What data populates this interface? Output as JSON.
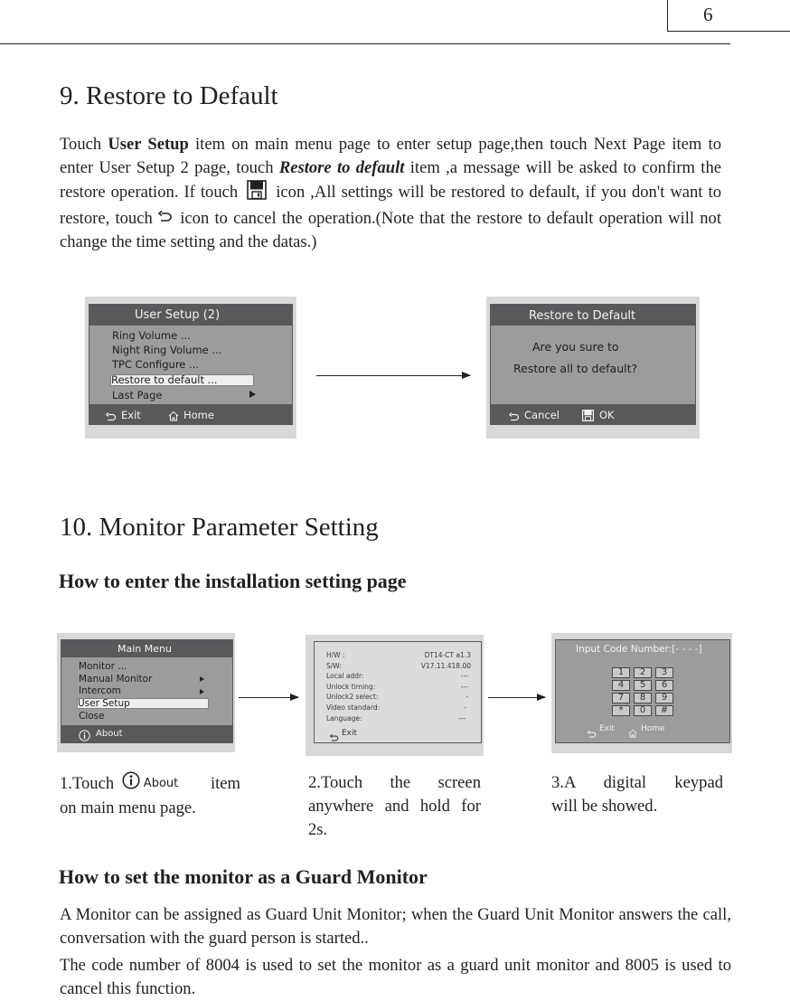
{
  "page_number": "6",
  "section9": {
    "heading": "9. Restore to Default",
    "para": {
      "t1": "Touch ",
      "b1": "User Setup",
      "t2": " item on main menu page to enter setup page,then touch Next Page item to enter User Setup 2 page, touch ",
      "bi1": "Restore to default",
      "t3": " item ,a message will be asked to confirm the restore operation. If touch ",
      "t4": " icon ,All settings will be restored  to default, if you don't want to restore, touch ",
      "t5": " icon to cancel the operation.(Note that the restore to default operation will not change the time setting and the datas.)"
    },
    "user_setup_screen": {
      "title": "User Setup  (2)",
      "items": [
        "Ring Volume  ...",
        "Night Ring Volume  ...",
        "TPC Configure  ...",
        "Restore to default  ...",
        "Last Page"
      ],
      "exit": "Exit",
      "home": "Home"
    },
    "restore_screen": {
      "title": "Restore to Default",
      "line1": "Are you sure to",
      "line2": "Restore all to default?",
      "cancel": "Cancel",
      "ok": "OK"
    }
  },
  "section10": {
    "heading": "10. Monitor Parameter Setting",
    "subheading1": "How to enter the installation setting page",
    "main_menu_screen": {
      "title": "Main Menu",
      "items": [
        "Monitor ...",
        "Manual Monitor",
        "Intercom",
        "User Setup",
        "Close"
      ],
      "about": "About"
    },
    "info_screen": {
      "rows": [
        {
          "label": "H/W :",
          "value": "DT14-CT     a1.3"
        },
        {
          "label": "S/W:",
          "value": "V17.11.418.00"
        },
        {
          "label": "Local addr:",
          "value": "---"
        },
        {
          "label": "Unlock timing:",
          "value": "---"
        },
        {
          "label": "Unlock2 select:",
          "value": "-"
        },
        {
          "label": "Video standard:",
          "value": "-"
        },
        {
          "label": "Language:",
          "value": "---"
        }
      ],
      "exit": "Exit"
    },
    "keypad_screen": {
      "title": "Input Code Number:[- - - -]",
      "keys": [
        "1",
        "2",
        "3",
        "4",
        "5",
        "6",
        "7",
        "8",
        "9",
        "*",
        "0",
        "#"
      ],
      "exit": "Exit",
      "home": "Home"
    },
    "step1": {
      "pre": "1.Touch ",
      "about": "About",
      "post": " item",
      "line2": "on main menu page."
    },
    "step2": {
      "line1": "2.Touch the screen",
      "line2": "anywhere and hold for",
      "line3": "2s."
    },
    "step3": {
      "line1": "3.A digital keypad",
      "line2": "will be showed."
    },
    "subheading2": "How to set the monitor as a Guard Monitor",
    "guard_para1": "A Monitor can be assigned as Guard Unit Monitor; when the Guard Unit Monitor answers the call, conversation with the guard person is started..",
    "guard_para2": "The code number of 8004 is used to set the monitor as a guard unit monitor and 8005 is used to cancel this function."
  }
}
